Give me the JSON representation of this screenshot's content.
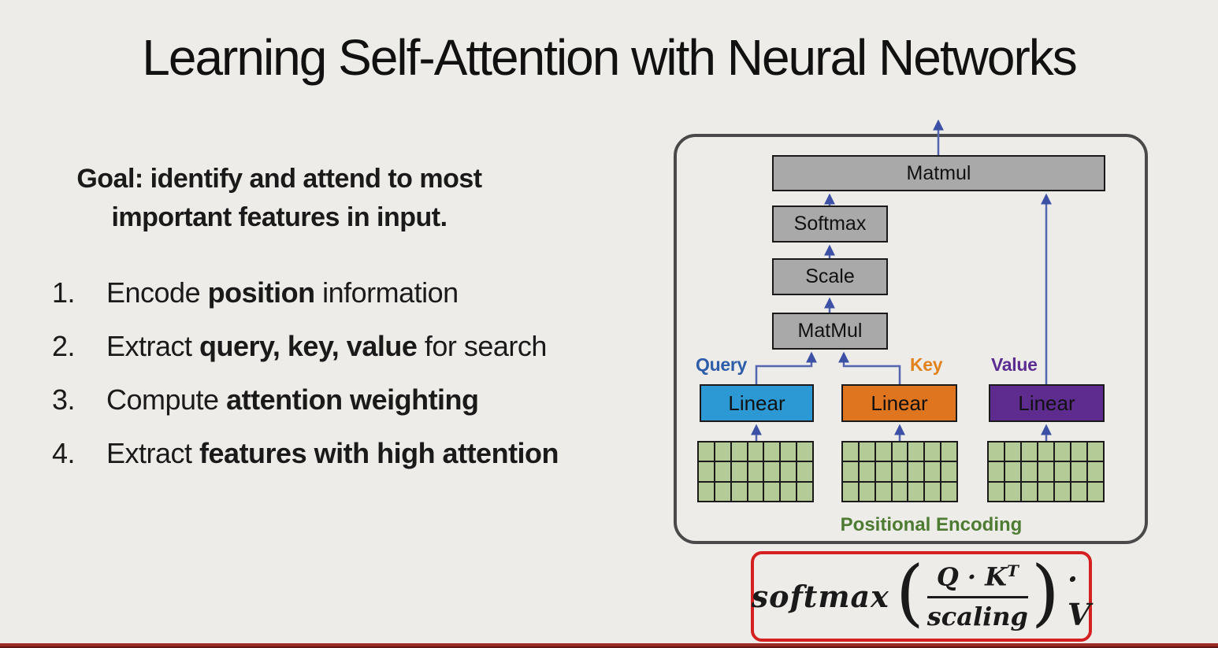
{
  "title": "Learning Self-Attention with Neural Networks",
  "goal": {
    "line1": "Goal: identify and attend to most",
    "line2": "important features in input."
  },
  "steps": {
    "items": [
      {
        "num": "1.",
        "pre": "Encode ",
        "bold": "position",
        "post": " information"
      },
      {
        "num": "2.",
        "pre": "Extract ",
        "bold": "query, key, value",
        "post": " for search"
      },
      {
        "num": "3.",
        "pre": "Compute ",
        "bold": "attention weighting",
        "post": ""
      },
      {
        "num": "4.",
        "pre": "Extract ",
        "bold": "features with high attention",
        "post": ""
      }
    ]
  },
  "diagram": {
    "boxes": {
      "matmul_top": "Matmul",
      "softmax": "Softmax",
      "scale": "Scale",
      "matmul_bottom": "MatMul",
      "linear_query": "Linear",
      "linear_key": "Linear",
      "linear_value": "Linear"
    },
    "labels": {
      "query": "Query",
      "key": "Key",
      "value": "Value",
      "positional_encoding": "Positional Encoding"
    },
    "grid": {
      "rows": 3,
      "cols": 7
    },
    "colors": {
      "box_gray": "#a9a9a9",
      "query_blue": "#2c99d4",
      "key_orange": "#e0751f",
      "value_purple": "#5e2b8f",
      "label_query": "#2d5ca8",
      "label_key": "#e2821c",
      "label_value": "#5c2d91",
      "positional_green": "#4e7b32",
      "arrow_blue": "#5265ae",
      "grid_cell_green": "#b5cb97",
      "frame_gray": "#4a4a4a",
      "formula_red": "#d42020",
      "background": "#edece9"
    }
  },
  "formula": {
    "func": "softmax",
    "open_paren": "(",
    "numerator": "Q · K",
    "numerator_sup": "T",
    "denominator": "scaling",
    "close_paren": ")",
    "tail": "· V"
  }
}
